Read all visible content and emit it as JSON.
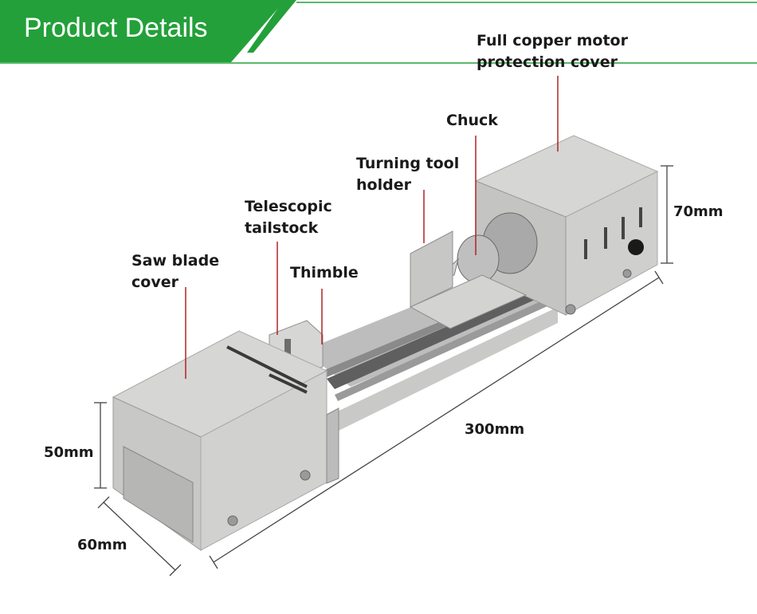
{
  "banner": {
    "title": "Product Details",
    "color": "#23a03a"
  },
  "callouts": {
    "motor_cover": [
      "Full copper motor",
      "protection cover"
    ],
    "chuck": [
      "Chuck"
    ],
    "tool_holder": [
      "Turning tool",
      "holder"
    ],
    "tailstock": [
      "Telescopic",
      "tailstock"
    ],
    "thimble": [
      "Thimble"
    ],
    "saw_blade_cover": [
      "Saw blade",
      "cover"
    ]
  },
  "dimensions": {
    "height_right": "70mm",
    "length": "300mm",
    "height_left": "50mm",
    "width_left": "60mm"
  },
  "colors": {
    "leader_line": "#b02424",
    "dimension_line": "#444444",
    "metal": "#dcdcda"
  }
}
